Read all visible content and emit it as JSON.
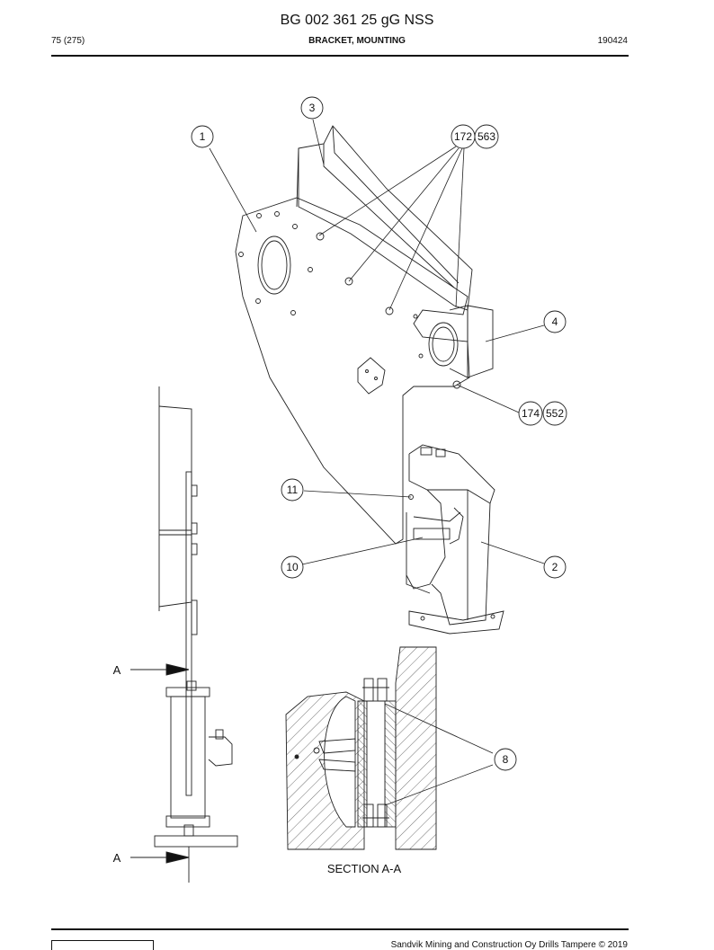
{
  "header": {
    "title": "BG 002 361 25 gG NSS",
    "page": "75 (275)",
    "subtitle": "BRACKET, MOUNTING",
    "date": "190424"
  },
  "callouts": [
    "1",
    "3",
    "172",
    "563",
    "4",
    "174",
    "552",
    "11",
    "10",
    "2",
    "8"
  ],
  "section": {
    "marker_top": "A",
    "marker_bottom": "A",
    "label": "SECTION A-A"
  },
  "footer": {
    "copyright": "Sandvik Mining and Construction Oy Drills Tampere © 2019"
  }
}
